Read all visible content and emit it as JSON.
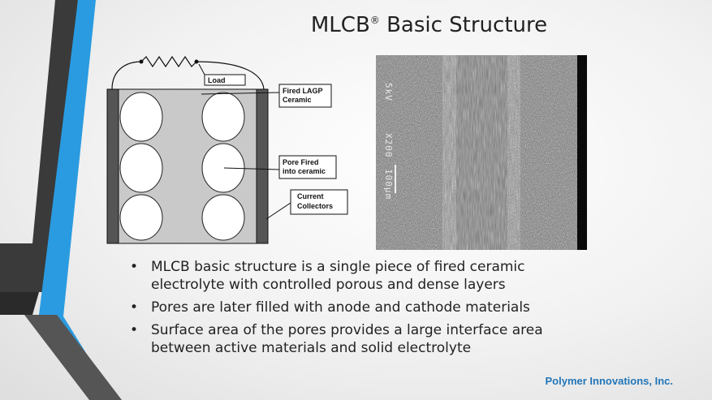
{
  "slide": {
    "title": "MLCB",
    "title_mark": "®",
    "title_rest": "Basic Structure",
    "company": "Polymer Innovations, Inc."
  },
  "diagram": {
    "labels": {
      "load": "Load",
      "fired_lagp_line1": "Fired LAGP",
      "fired_lagp_line2": "Ceramic",
      "pore_line1": "Pore Fired",
      "pore_line2": "into ceramic",
      "collectors_line1": "Current",
      "collectors_line2": "Collectors"
    }
  },
  "sem_image": {
    "caption_line1": "5kV",
    "caption_line2": "X200",
    "caption_line3": "100μm"
  },
  "bullets": [
    "MLCB basic structure is a single piece of fired ceramic electrolyte with controlled porous and dense layers",
    "Pores are later filled with anode and cathode materials",
    "Surface area of the pores provides a large interface area between active materials and solid electrolyte"
  ],
  "colors": {
    "accent_blue": "#2a9be0",
    "dark_band": "#3a3a3a",
    "company_blue": "#2276b8"
  }
}
